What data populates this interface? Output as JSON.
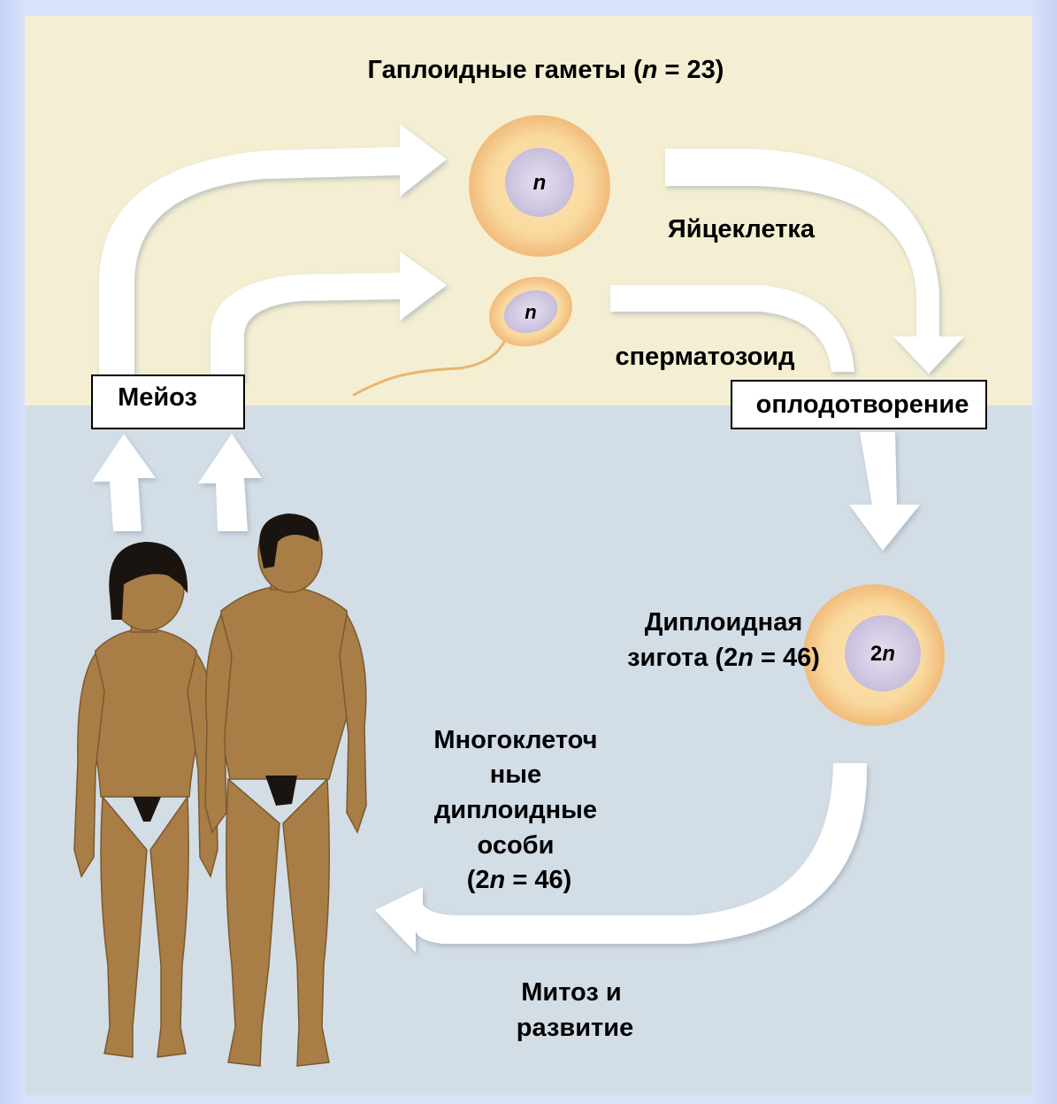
{
  "diagram": {
    "title_prefix": "Гаплоидные гаметы (",
    "title_var": "n",
    "title_suffix": " = 23)",
    "egg_label": "Яйцеклетка",
    "sperm_label": "сперматозоид",
    "fertilization_label": "оплодотворение",
    "meiosis_label": "Мейоз",
    "egg_nucleus": "n",
    "sperm_nucleus": "n",
    "zygote_nucleus_num": "2",
    "zygote_nucleus_var": "n",
    "zygote_line1": "Диплоидная",
    "zygote_line2_a": "зигота (2",
    "zygote_line2_var": "n",
    "zygote_line2_b": " = 46)",
    "organisms_line1": "Многоклеточ",
    "organisms_line2": "ные",
    "organisms_line3": "диплоидные",
    "organisms_line4": "особи",
    "organisms_line5_a": "(2",
    "organisms_line5_var": "n",
    "organisms_line5_b": " = 46)",
    "mitosis_line1": "Митоз и",
    "mitosis_line2": "развитие"
  },
  "colors": {
    "haploid_zone": "#f4efd2",
    "diploid_zone": "#d3dde6",
    "cell_fill": "#f8d79a",
    "cell_rim": "#f0b978",
    "nucleus_fill": "#d9d1e7",
    "skin": "#a87d46",
    "hair": "#1a1410"
  }
}
